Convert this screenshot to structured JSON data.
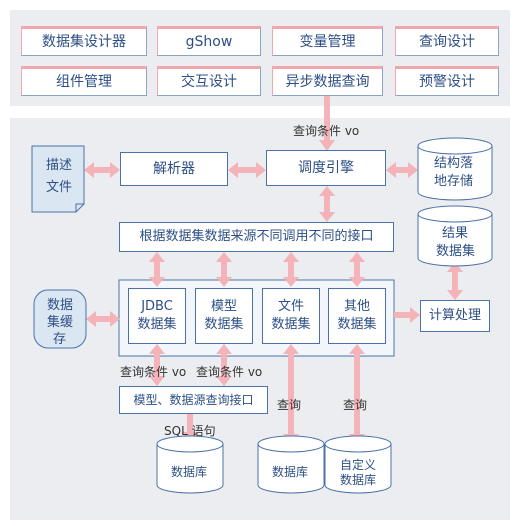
{
  "top_modules": [
    "数据集设计器",
    "gShow",
    "变量管理",
    "查询设计",
    "组件管理",
    "交互设计",
    "异步数据查询",
    "预警设计"
  ],
  "nodes": {
    "describe_file": [
      "描述",
      "文件"
    ],
    "parser": "解析器",
    "scheduler": "调度引擎",
    "structured_storage": [
      "结构落",
      "地存储"
    ],
    "interface_router": "根据数据集数据来源不同调用不同的接口",
    "result_dataset": [
      "结果",
      "数据集"
    ],
    "dataset_cache": [
      "数据",
      "集缓",
      "存"
    ],
    "jdbc_dataset": [
      "JDBC",
      "数据集"
    ],
    "model_dataset": [
      "模型",
      "数据集"
    ],
    "file_dataset": [
      "文件",
      "数据集"
    ],
    "other_dataset": [
      "其他",
      "数据集"
    ],
    "compute": "计算处理",
    "query_interface": "模型、数据源查询接口",
    "db1": "数据库",
    "db2": "数据库",
    "custom_db": [
      "自定义",
      "数据库"
    ]
  },
  "edge_labels": {
    "query_vo_top": "查询条件 vo",
    "query_vo_left": "查询条件 vo",
    "query_vo_right": "查询条件 vo",
    "sql": "SQL 语句",
    "query_file": "查询",
    "query_other": "查询"
  },
  "colors": {
    "panel": "#ebedf0",
    "border": "#4a72a8",
    "text": "#2d4f86",
    "arrow": "#f4b3b8",
    "accent_pink": "#f0a8ae",
    "cylinder_fill": "#ffffff",
    "blue_fill": "#dbe6f3"
  }
}
